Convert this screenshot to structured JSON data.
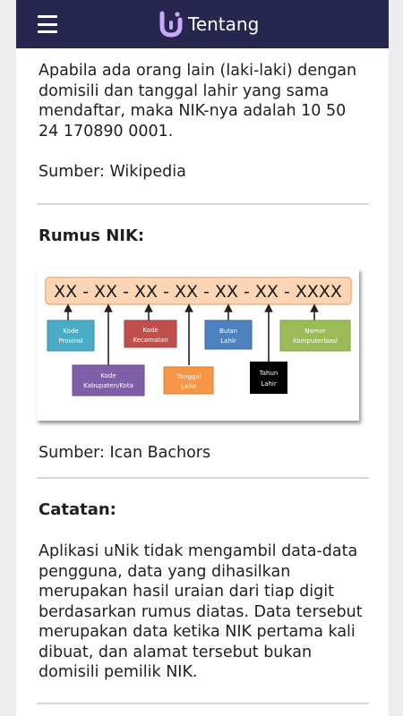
{
  "appbar": {
    "title": "Tentang",
    "menu_icon": "hamburger-menu-icon",
    "logo_icon": "unik-logo-icon",
    "background": "#27264f",
    "logo_color": "#c9a8ff"
  },
  "content": {
    "intro_paragraph": "Apabila ada orang lain (laki-laki) dengan domisili dan tanggal lahir yang sama mendaftar, maka NIK-nya adalah 10 50 24 170890 0001.",
    "intro_source": "Sumber: Wikipedia",
    "rumus": {
      "heading": "Rumus NIK:",
      "pattern": "XX - XX - XX - XX - XX - XX - XXXX",
      "labels": {
        "kode_provinsi": [
          "Kode",
          "Provinsi"
        ],
        "kode_kabupaten": [
          "Kode",
          "Kabupaten/Kota"
        ],
        "kode_kecamatan": [
          "Kode",
          "Kecamatan"
        ],
        "tanggal_lahir": [
          "Tanggal",
          "Lahir"
        ],
        "bulan_lahir": [
          "Bulan",
          "Lahir"
        ],
        "tahun_lahir": [
          "Tahun",
          "Lahir"
        ],
        "nomor_komputerisasi": [
          "Nomor",
          "Komputerisasi"
        ]
      },
      "source": "Sumber: Ican Bachors"
    },
    "catatan": {
      "heading": "Catatan:",
      "paragraph": "Aplikasi uNik tidak mengambil data-data pengguna, data yang dihasilkan merupakan hasil uraian dari tiap digit berdasarkan rumus diatas. Data tersebut merupakan data ketika NIK pertama kali dibuat, dan alamat tersebut bukan domisili pemilik NIK."
    }
  }
}
